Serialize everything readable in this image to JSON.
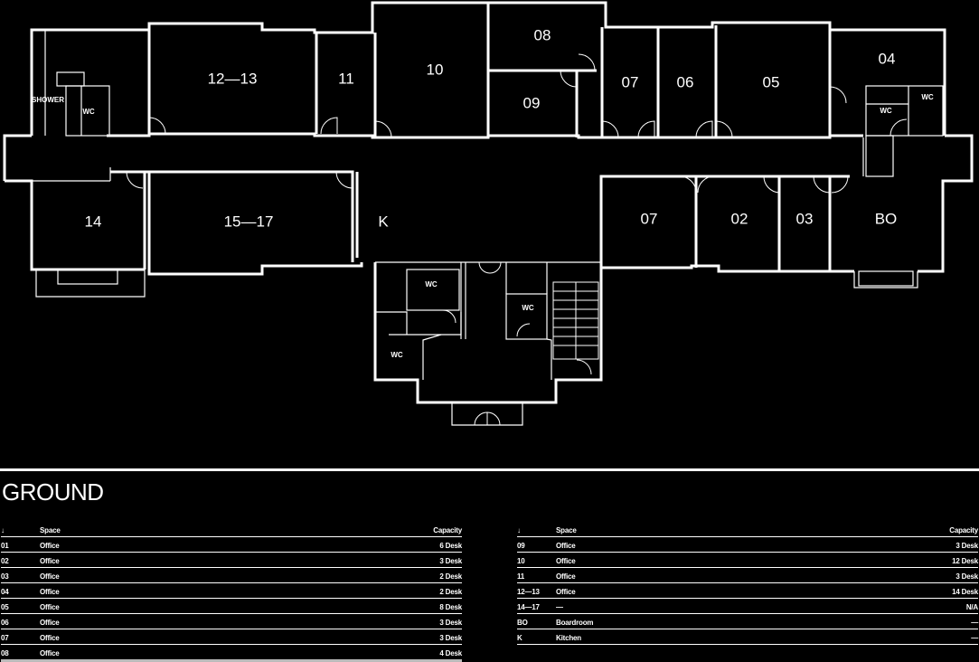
{
  "floor_title": "GROUND",
  "rooms": {
    "r1213": "12—13",
    "r11": "11",
    "r10": "10",
    "r08": "08",
    "r09": "09",
    "r07a": "07",
    "r06": "06",
    "r05": "05",
    "r04": "04",
    "r14": "14",
    "r1517": "15—17",
    "rK": "K",
    "r07b": "07",
    "r02": "02",
    "r03": "03",
    "rBO": "BO"
  },
  "small_labels": {
    "shower": "SHOWER",
    "wc_nw": "WC",
    "wc_ne1": "WC",
    "wc_ne2": "WC",
    "wc_c1": "WC",
    "wc_c2": "WC",
    "wc_c3": "WC"
  },
  "schedule": {
    "headers": {
      "arrow": "↓",
      "space": "Space",
      "capacity": "Capacity"
    },
    "left": [
      {
        "id": "01",
        "space": "Office",
        "capacity": "6 Desk"
      },
      {
        "id": "02",
        "space": "Office",
        "capacity": "3 Desk"
      },
      {
        "id": "03",
        "space": "Office",
        "capacity": "2 Desk"
      },
      {
        "id": "04",
        "space": "Office",
        "capacity": "2 Desk"
      },
      {
        "id": "05",
        "space": "Office",
        "capacity": "8 Desk"
      },
      {
        "id": "06",
        "space": "Office",
        "capacity": "3 Desk"
      },
      {
        "id": "07",
        "space": "Office",
        "capacity": "3 Desk"
      },
      {
        "id": "08",
        "space": "Office",
        "capacity": "4 Desk"
      }
    ],
    "right": [
      {
        "id": "09",
        "space": "Office",
        "capacity": "3 Desk"
      },
      {
        "id": "10",
        "space": "Office",
        "capacity": "12 Desk"
      },
      {
        "id": "11",
        "space": "Office",
        "capacity": "3 Desk"
      },
      {
        "id": "12—13",
        "space": "Office",
        "capacity": "14 Desk"
      },
      {
        "id": "14—17",
        "space": "—",
        "capacity": "N/A"
      },
      {
        "id": "BO",
        "space": "Boardroom",
        "capacity": "—"
      },
      {
        "id": "K",
        "space": "Kitchen",
        "capacity": "—"
      }
    ]
  }
}
